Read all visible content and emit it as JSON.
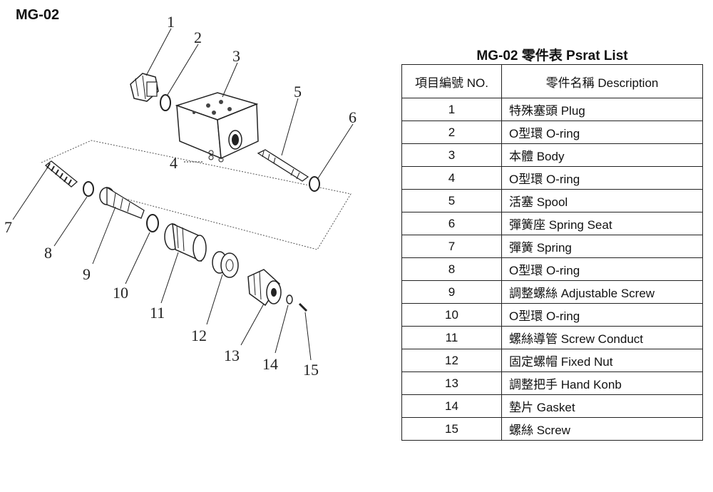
{
  "model_label": "MG-02",
  "table": {
    "title": "MG-02 零件表 Psrat List",
    "header_no": "項目編號 NO.",
    "header_desc": "零件名稱 Description",
    "rows": [
      {
        "no": "1",
        "desc": "特殊塞頭 Plug"
      },
      {
        "no": "2",
        "desc": "O型環 O-ring"
      },
      {
        "no": "3",
        "desc": "本體 Body"
      },
      {
        "no": "4",
        "desc": "O型環 O-ring"
      },
      {
        "no": "5",
        "desc": "活塞 Spool"
      },
      {
        "no": "6",
        "desc": "彈簧座 Spring Seat"
      },
      {
        "no": "7",
        "desc": "彈簧 Spring"
      },
      {
        "no": "8",
        "desc": "O型環 O-ring"
      },
      {
        "no": "9",
        "desc": "調整螺絲 Adjustable Screw"
      },
      {
        "no": "10",
        "desc": "O型環 O-ring"
      },
      {
        "no": "11",
        "desc": "螺絲導管 Screw Conduct"
      },
      {
        "no": "12",
        "desc": "固定螺帽 Fixed Nut"
      },
      {
        "no": "13",
        "desc": "調整把手 Hand Konb"
      },
      {
        "no": "14",
        "desc": "墊片 Gasket"
      },
      {
        "no": "15",
        "desc": "螺絲 Screw"
      }
    ]
  },
  "callouts": [
    "1",
    "2",
    "3",
    "4",
    "5",
    "6",
    "7",
    "8",
    "9",
    "10",
    "11",
    "12",
    "13",
    "14",
    "15"
  ]
}
